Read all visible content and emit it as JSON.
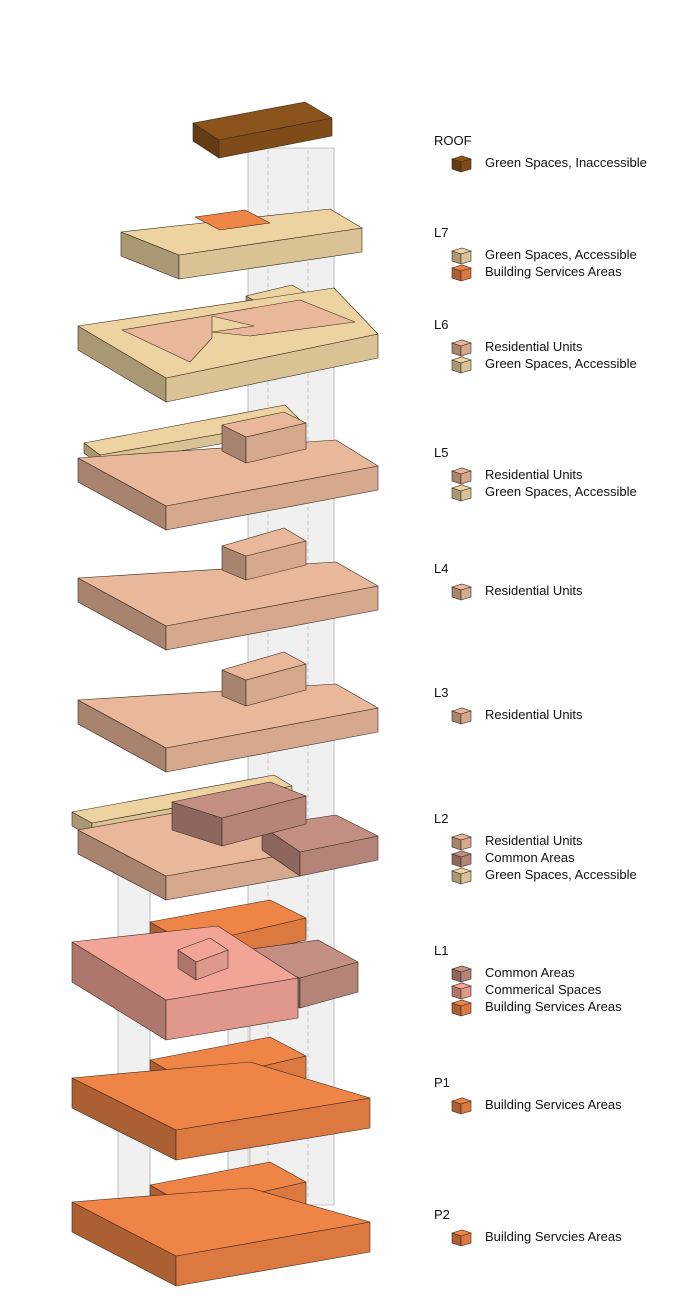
{
  "colors": {
    "roof_green": "#8a531b",
    "green_accessible": "#ecd3a1",
    "building_services": "#ef8447",
    "residential": "#e9b799",
    "common": "#c48f83",
    "commercial": "#f2a597",
    "core": "#e3e3e3"
  },
  "legend": [
    {
      "level": "ROOF",
      "items": [
        {
          "label": "Green Spaces, Inaccessible",
          "color": "roof_green"
        }
      ]
    },
    {
      "level": "L7",
      "items": [
        {
          "label": "Green Spaces, Accessible",
          "color": "green_accessible"
        },
        {
          "label": "Building Services Areas",
          "color": "building_services"
        }
      ]
    },
    {
      "level": "L6",
      "items": [
        {
          "label": "Residential Units",
          "color": "residential"
        },
        {
          "label": "Green Spaces, Accessible",
          "color": "green_accessible"
        }
      ]
    },
    {
      "level": "L5",
      "items": [
        {
          "label": "Residential Units",
          "color": "residential"
        },
        {
          "label": "Green Spaces, Accessible",
          "color": "green_accessible"
        }
      ]
    },
    {
      "level": "L4",
      "items": [
        {
          "label": "Residential Units",
          "color": "residential"
        }
      ]
    },
    {
      "level": "L3",
      "items": [
        {
          "label": "Residential Units",
          "color": "residential"
        }
      ]
    },
    {
      "level": "L2",
      "items": [
        {
          "label": "Residential Units",
          "color": "residential"
        },
        {
          "label": "Common Areas",
          "color": "common"
        },
        {
          "label": "Green Spaces, Accessible",
          "color": "green_accessible"
        }
      ]
    },
    {
      "level": "L1",
      "items": [
        {
          "label": "Common Areas",
          "color": "common"
        },
        {
          "label": "Commerical Spaces",
          "color": "commercial"
        },
        {
          "label": "Building Services Areas",
          "color": "building_services"
        }
      ]
    },
    {
      "level": "P1",
      "items": [
        {
          "label": "Building Services Areas",
          "color": "building_services"
        }
      ]
    },
    {
      "level": "P2",
      "items": [
        {
          "label": "Building Servcies Areas",
          "color": "building_services"
        }
      ]
    }
  ]
}
